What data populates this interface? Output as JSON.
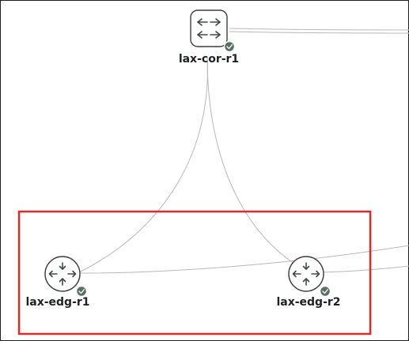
{
  "topology": {
    "nodes": [
      {
        "id": "lax-cor-r1",
        "label": "lax-cor-r1",
        "kind": "switch-icon",
        "status": "check-icon"
      },
      {
        "id": "lax-edg-r1",
        "label": "lax-edg-r1",
        "kind": "router-icon",
        "status": "check-icon"
      },
      {
        "id": "lax-edg-r2",
        "label": "lax-edg-r2",
        "kind": "router-icon",
        "status": "check-icon"
      }
    ],
    "links": [
      {
        "from": "lax-cor-r1",
        "to": "lax-edg-r1"
      },
      {
        "from": "lax-cor-r1",
        "to": "lax-edg-r2"
      },
      {
        "from": "lax-cor-r1",
        "to": "offscreen-right"
      },
      {
        "from": "lax-edg-r1",
        "to": "offscreen-right"
      },
      {
        "from": "lax-edg-r2",
        "to": "offscreen-right"
      }
    ]
  },
  "colors": {
    "node_accent": "#3d4b45",
    "status_ok": "#57705f",
    "link": "#b8b8b8",
    "selection_highlight": "#e02a2a"
  }
}
